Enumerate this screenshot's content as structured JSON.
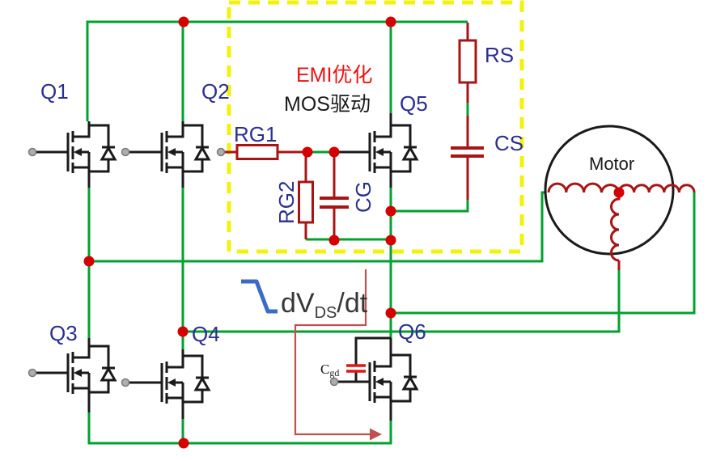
{
  "title": "Three-phase MOSFET motor drive schematic with EMI optimization snubber",
  "emi_box": {
    "title": "EMI优化",
    "subtitle": "MOS驱动",
    "border_color": "#F2F20C"
  },
  "transistors": {
    "q1": "Q1",
    "q2": "Q2",
    "q3": "Q3",
    "q4": "Q4",
    "q5": "Q5",
    "q6": "Q6"
  },
  "components": {
    "rg1": "RG1",
    "rg2": "RG2",
    "cg": "CG",
    "rs": "RS",
    "cs": "CS",
    "cgd_symbol": "C",
    "cgd_subscript": "gd"
  },
  "motor": {
    "label": "Motor",
    "configuration": "three windings in Y, neutral junction dot"
  },
  "annotations": {
    "dvdt_main": "dV",
    "dvdt_subscript": "DS",
    "dvdt_suffix": "/dt",
    "falling_edge_symbol": "blue falling-edge waveform",
    "current_path": "red arrow path from phase node through Cgd into Q6"
  },
  "colors": {
    "wire_green": "#00A12F",
    "component_dark_red": "#A81414",
    "junction_dot_red": "#D40000",
    "cgd_bright_red": "#DF1616",
    "annotation_red": "#C0504D",
    "label_navy": "#2A2F8F",
    "emi_text_red": "#EE1111",
    "emi_border_yellow": "#F2F20C",
    "waveform_blue": "#3A6BC8",
    "symbol_black": "#1A1A1A",
    "terminal_gray": "#ADADAD"
  }
}
